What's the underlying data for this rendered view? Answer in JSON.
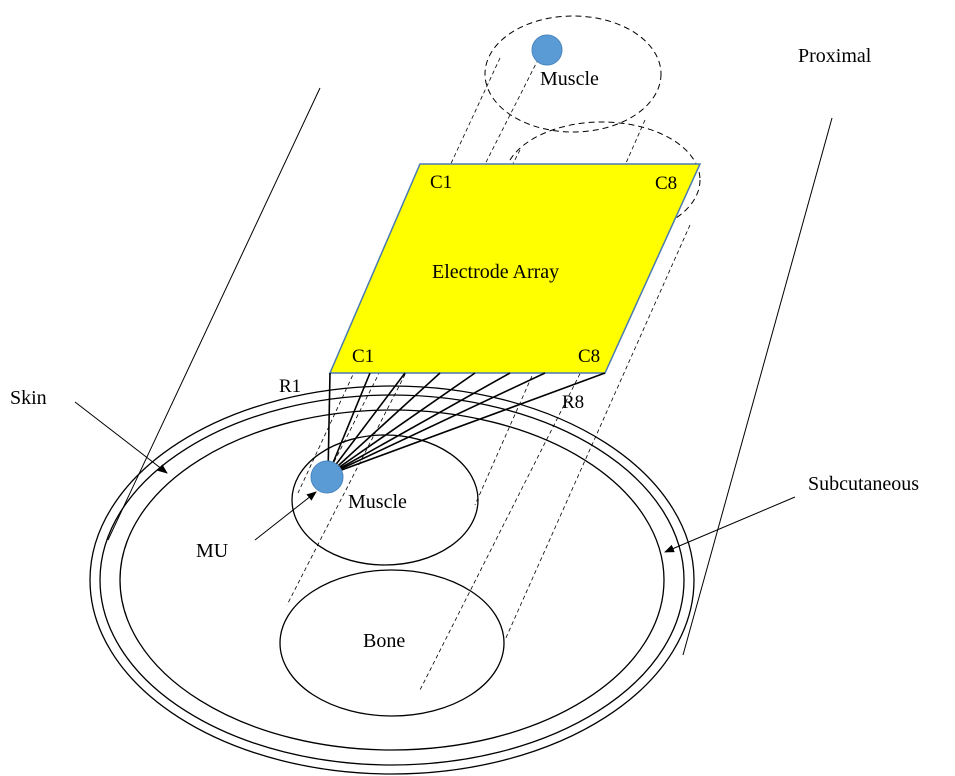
{
  "labels": {
    "proximal": "Proximal",
    "muscle_top": "Muscle",
    "electrode_array": "Electrode Array",
    "top_c1": "C1",
    "top_c8": "C8",
    "bottom_c1": "C1",
    "bottom_c8": "C8",
    "r1": "R1",
    "r8": "R8",
    "skin": "Skin",
    "subcutaneous": "Subcutaneous",
    "muscle_bottom": "Muscle",
    "mu": "MU",
    "bone": "Bone"
  },
  "colors": {
    "electrode_fill": "#ffff00",
    "electrode_border": "#4a7ab0",
    "motor_unit": "#5b9bd5",
    "line": "#000000"
  }
}
